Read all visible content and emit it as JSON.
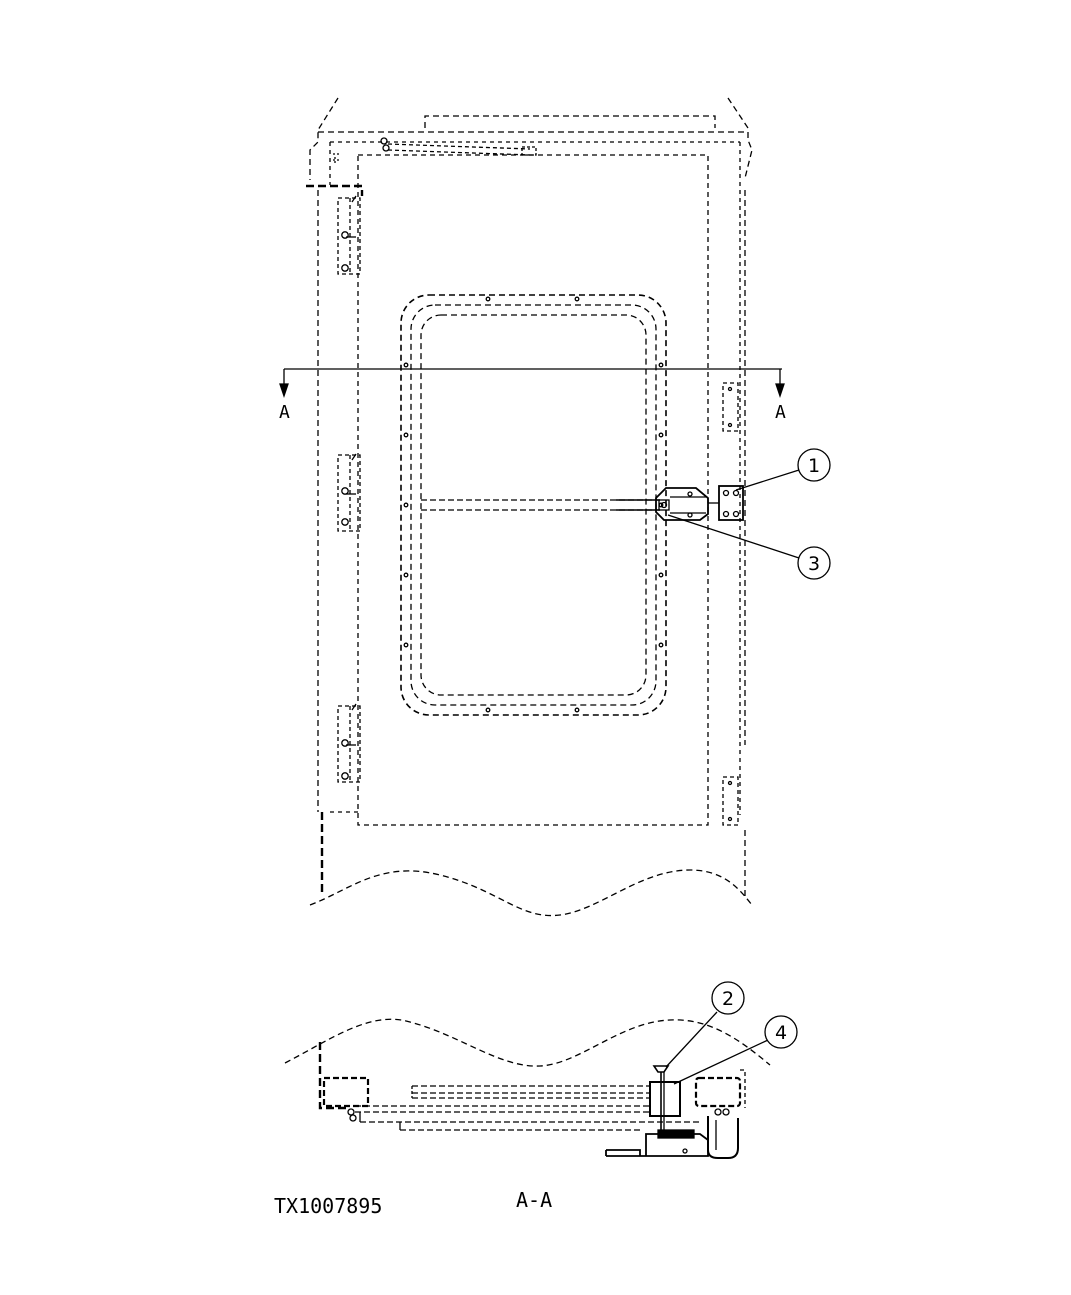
{
  "section_marks": {
    "left": "A",
    "right": "A"
  },
  "callouts": [
    {
      "id": "callout-1",
      "number": "1"
    },
    {
      "id": "callout-2",
      "number": "2"
    },
    {
      "id": "callout-3",
      "number": "3"
    },
    {
      "id": "callout-4",
      "number": "4"
    }
  ],
  "drawing_id": "TX1007895",
  "section_view_title": "A-A"
}
